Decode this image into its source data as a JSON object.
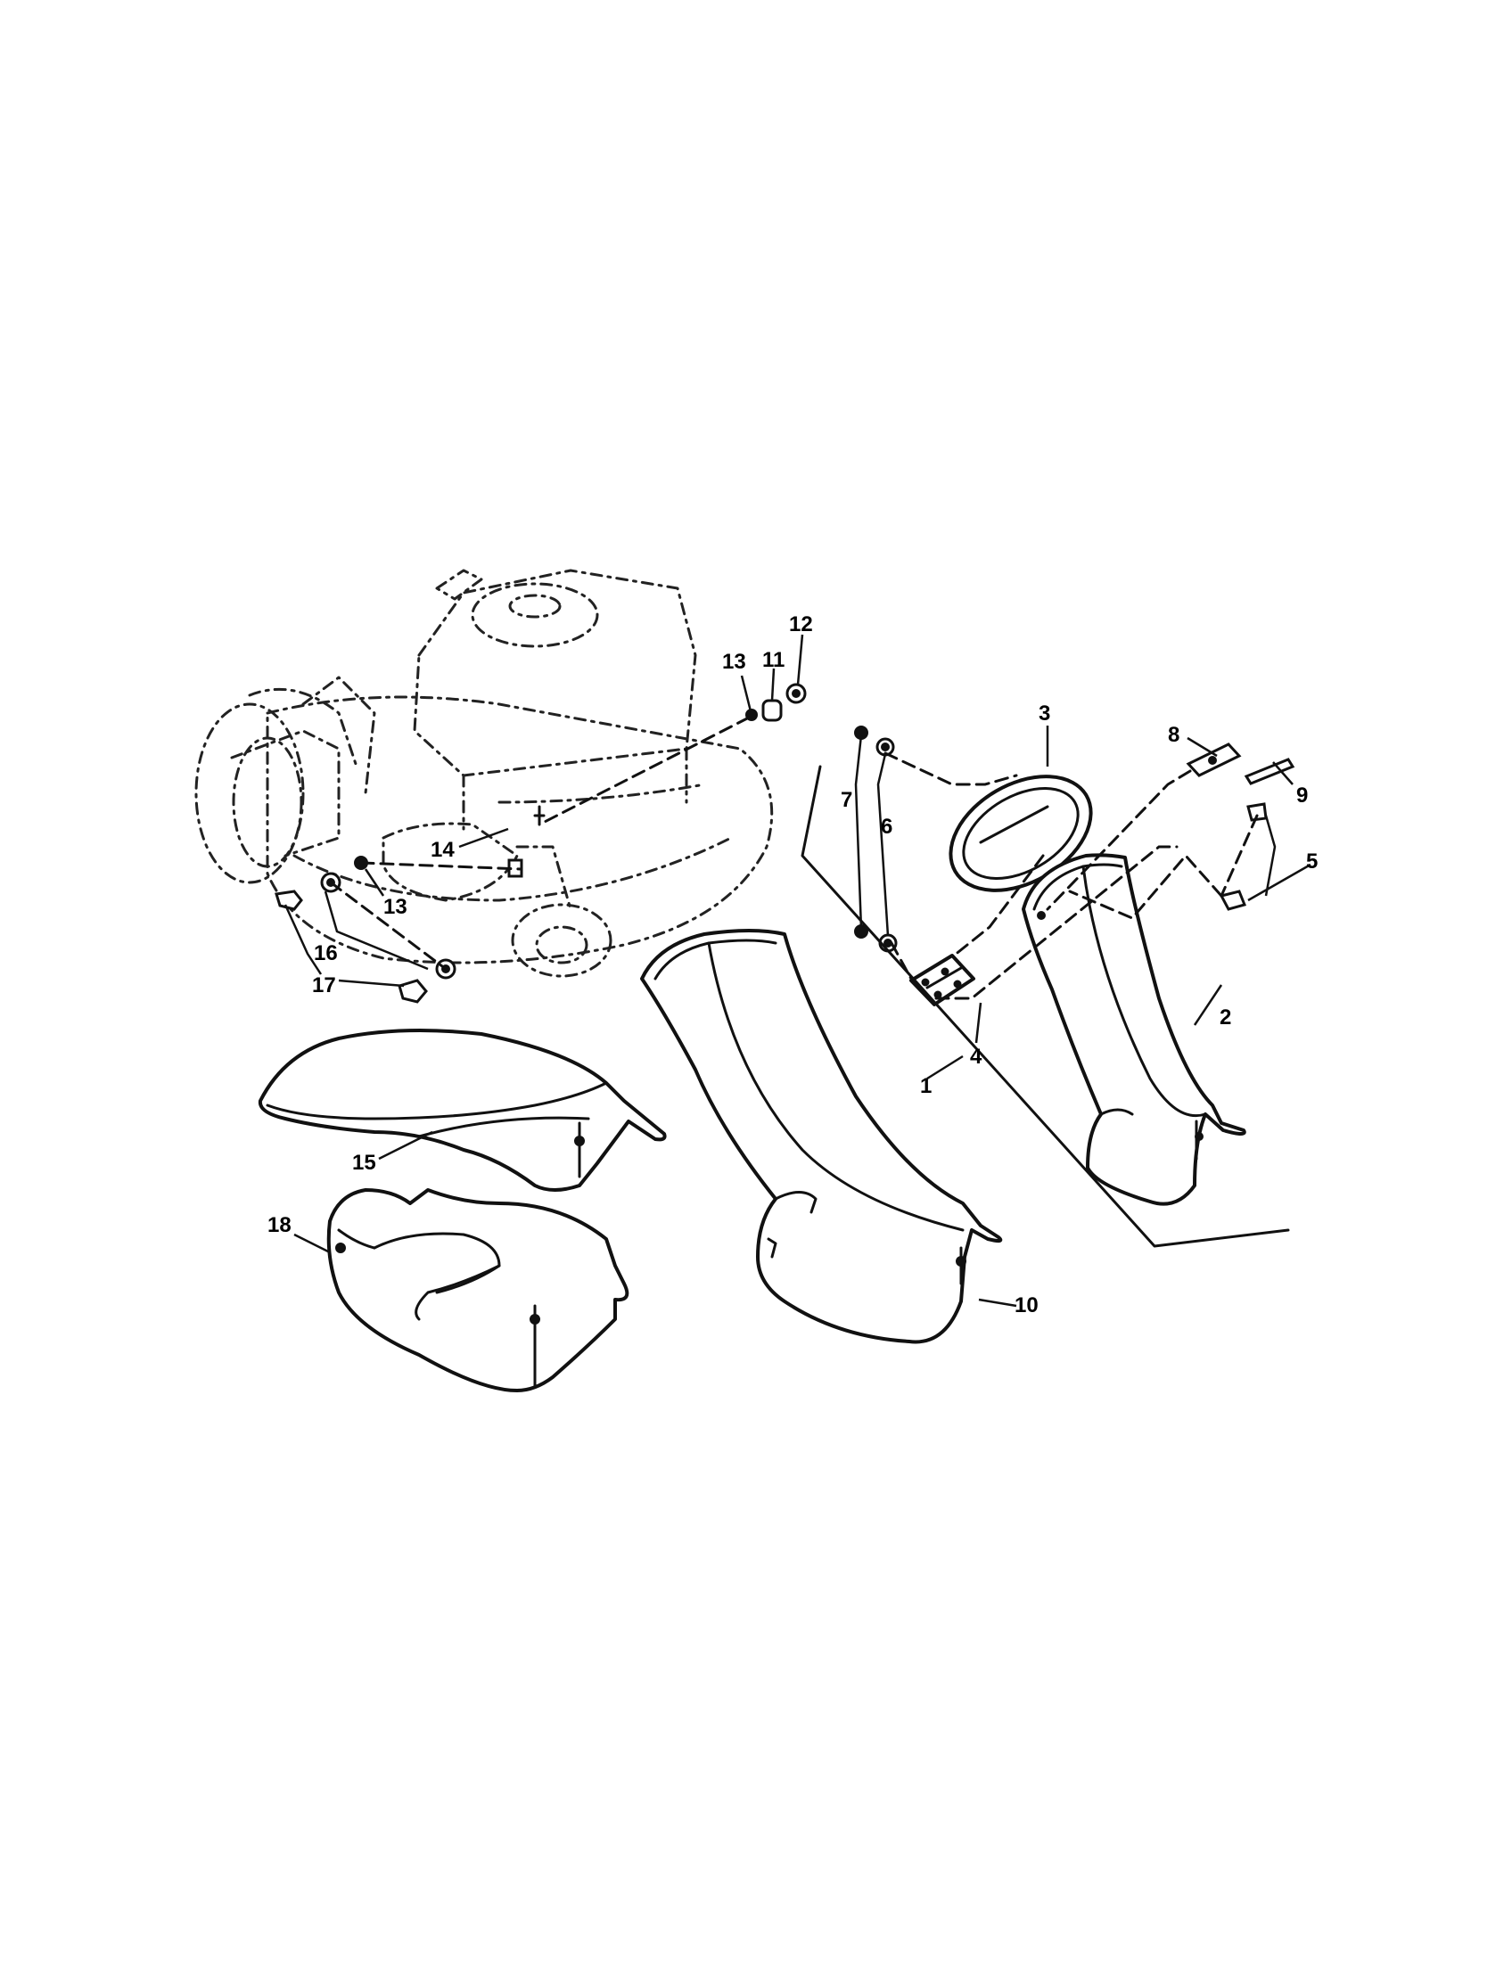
{
  "labels": {
    "p1": "1",
    "p2": "2",
    "p3": "3",
    "p4": "4",
    "p5": "5",
    "p6": "6",
    "p7": "7",
    "p8": "8",
    "p9": "9",
    "p10": "10",
    "p11": "11",
    "p12": "12",
    "p13a": "13",
    "p13b": "13",
    "p14": "14",
    "p15": "15",
    "p16": "16",
    "p17": "17",
    "p18": "18"
  }
}
